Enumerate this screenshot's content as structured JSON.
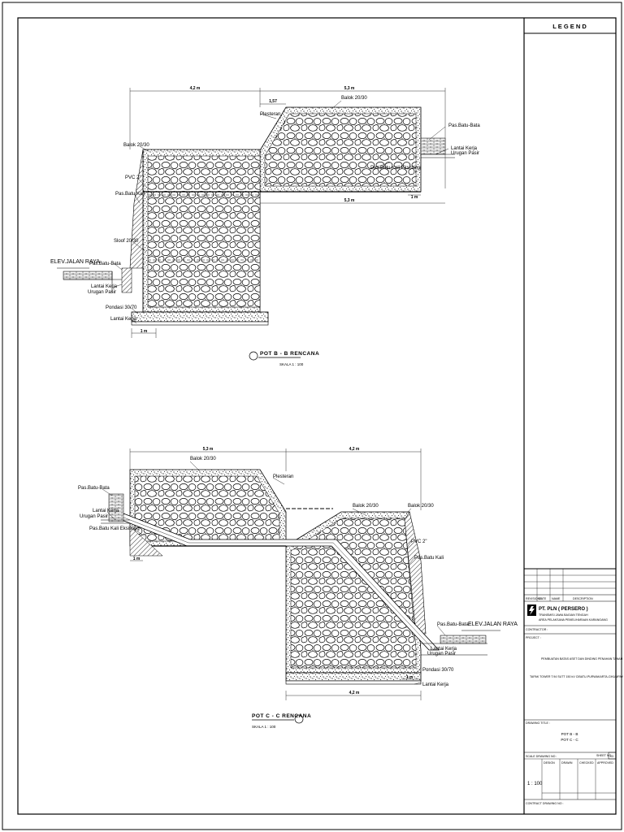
{
  "legend": {
    "title": "L E G E N D"
  },
  "section_b": {
    "title": "POT B - B RENCANA",
    "scale": "SKALA 1 : 100",
    "dims": {
      "left_top": "4,2 m",
      "right_top": "5,3 m",
      "right_mid": "5,3 m",
      "step": "1,57",
      "small_right": "1 m",
      "bottom_small": "1 m"
    },
    "labels": {
      "balok_top": "Balok 20/30",
      "plesteran": "Plesteran",
      "balok_left": "Balok 20/30",
      "pas_batu_bata_right": "Pas.Batu-Bata",
      "lantai_kerja_right": "Lantai Kerja",
      "urugan_pasir_right": "Urugan Pasir",
      "pas_batu_kali_eksisting": "Pas.Batu Kali Eksisting",
      "pvc": "PVC 2\"",
      "pas_batu_kali": "Pas.Batu Kali",
      "sloof": "Sloof 20/30",
      "elev": "ELEV.JALAN RAYA",
      "pas_batu_bata_left": "Pas.Batu-Bata",
      "lantai_kerja_left": "Lantai Kerja",
      "urugan_pasir_left": "Urugan Pasir",
      "pondasi": "Pondasi 30/70",
      "lantai_kerja_bottom": "Lantai Kerja"
    }
  },
  "section_c": {
    "title": "POT C - C RENCANA",
    "scale": "SKALA 1 : 100",
    "dims": {
      "left_top": "5,3 m",
      "right_top": "4,2 m",
      "bottom": "4,2 m",
      "small_left": "1 m",
      "small_right": "1 m"
    },
    "labels": {
      "balok_top": "Balok 20/30",
      "plesteran": "Plesteran",
      "pas_batu_bata_left": "Pas.Batu-Bata",
      "lantai_kerja_left": "Lantai Kerja",
      "urugan_pasir_left": "Urugan Pasir",
      "pas_batu_kali_eksisting": "Pas.Batu Kali Eksisting",
      "balok_mid": "Balok 20/30",
      "balok_right": "Balok 20/30",
      "pvc": "PVC 2\"",
      "pas_batu_kali": "Pas.Batu Kali",
      "pas_batu_bata_right": "Pas.Batu-Bata",
      "elev": "ELEV.JALAN RAYA",
      "lantai_kerja_right": "Lantai Kerja",
      "urugan_pasir_right": "Urugan Pasir",
      "pondasi": "Pondasi 30/70",
      "lantai_kerja_bottom": "Lantai Kerja"
    }
  },
  "title_block": {
    "revision_headers": [
      "REVISIONS",
      "DATE",
      "NAME",
      "DESCRIPTION"
    ],
    "company": "PT. PLN ( PERSERO )",
    "company_sub1": "TRANSMISI JAWA BAGIAN TENGAH",
    "company_sub2": "AREA PELAKSANA PEMELIHARAAN KARANGANG",
    "contractor": "CONTRACTOR :",
    "project": "PROJECT :",
    "project_desc1": "PEMBUATAN BATAS ASET DAN DINDING PENAHAN TANAH",
    "project_desc2": "TAPAK TOWER T.94 SUTT 150 kV CIBATU-PURWAKARTA-CIKUMPAY",
    "drawing_title_label": "DRAWING TITLE :",
    "drawing_title1": "POT B - B",
    "drawing_title2": "POT C - C",
    "scale_label": "SCALE DRAWING NO :",
    "sheet_no_label": "SHEET NO",
    "sheet_no": "03",
    "scale": "1 : 100",
    "col_heads": [
      "DESIGN",
      "DRAWN",
      "CHECKED",
      "APPROVED"
    ],
    "contract_label": "CONTRACT DRAWING NO :"
  }
}
